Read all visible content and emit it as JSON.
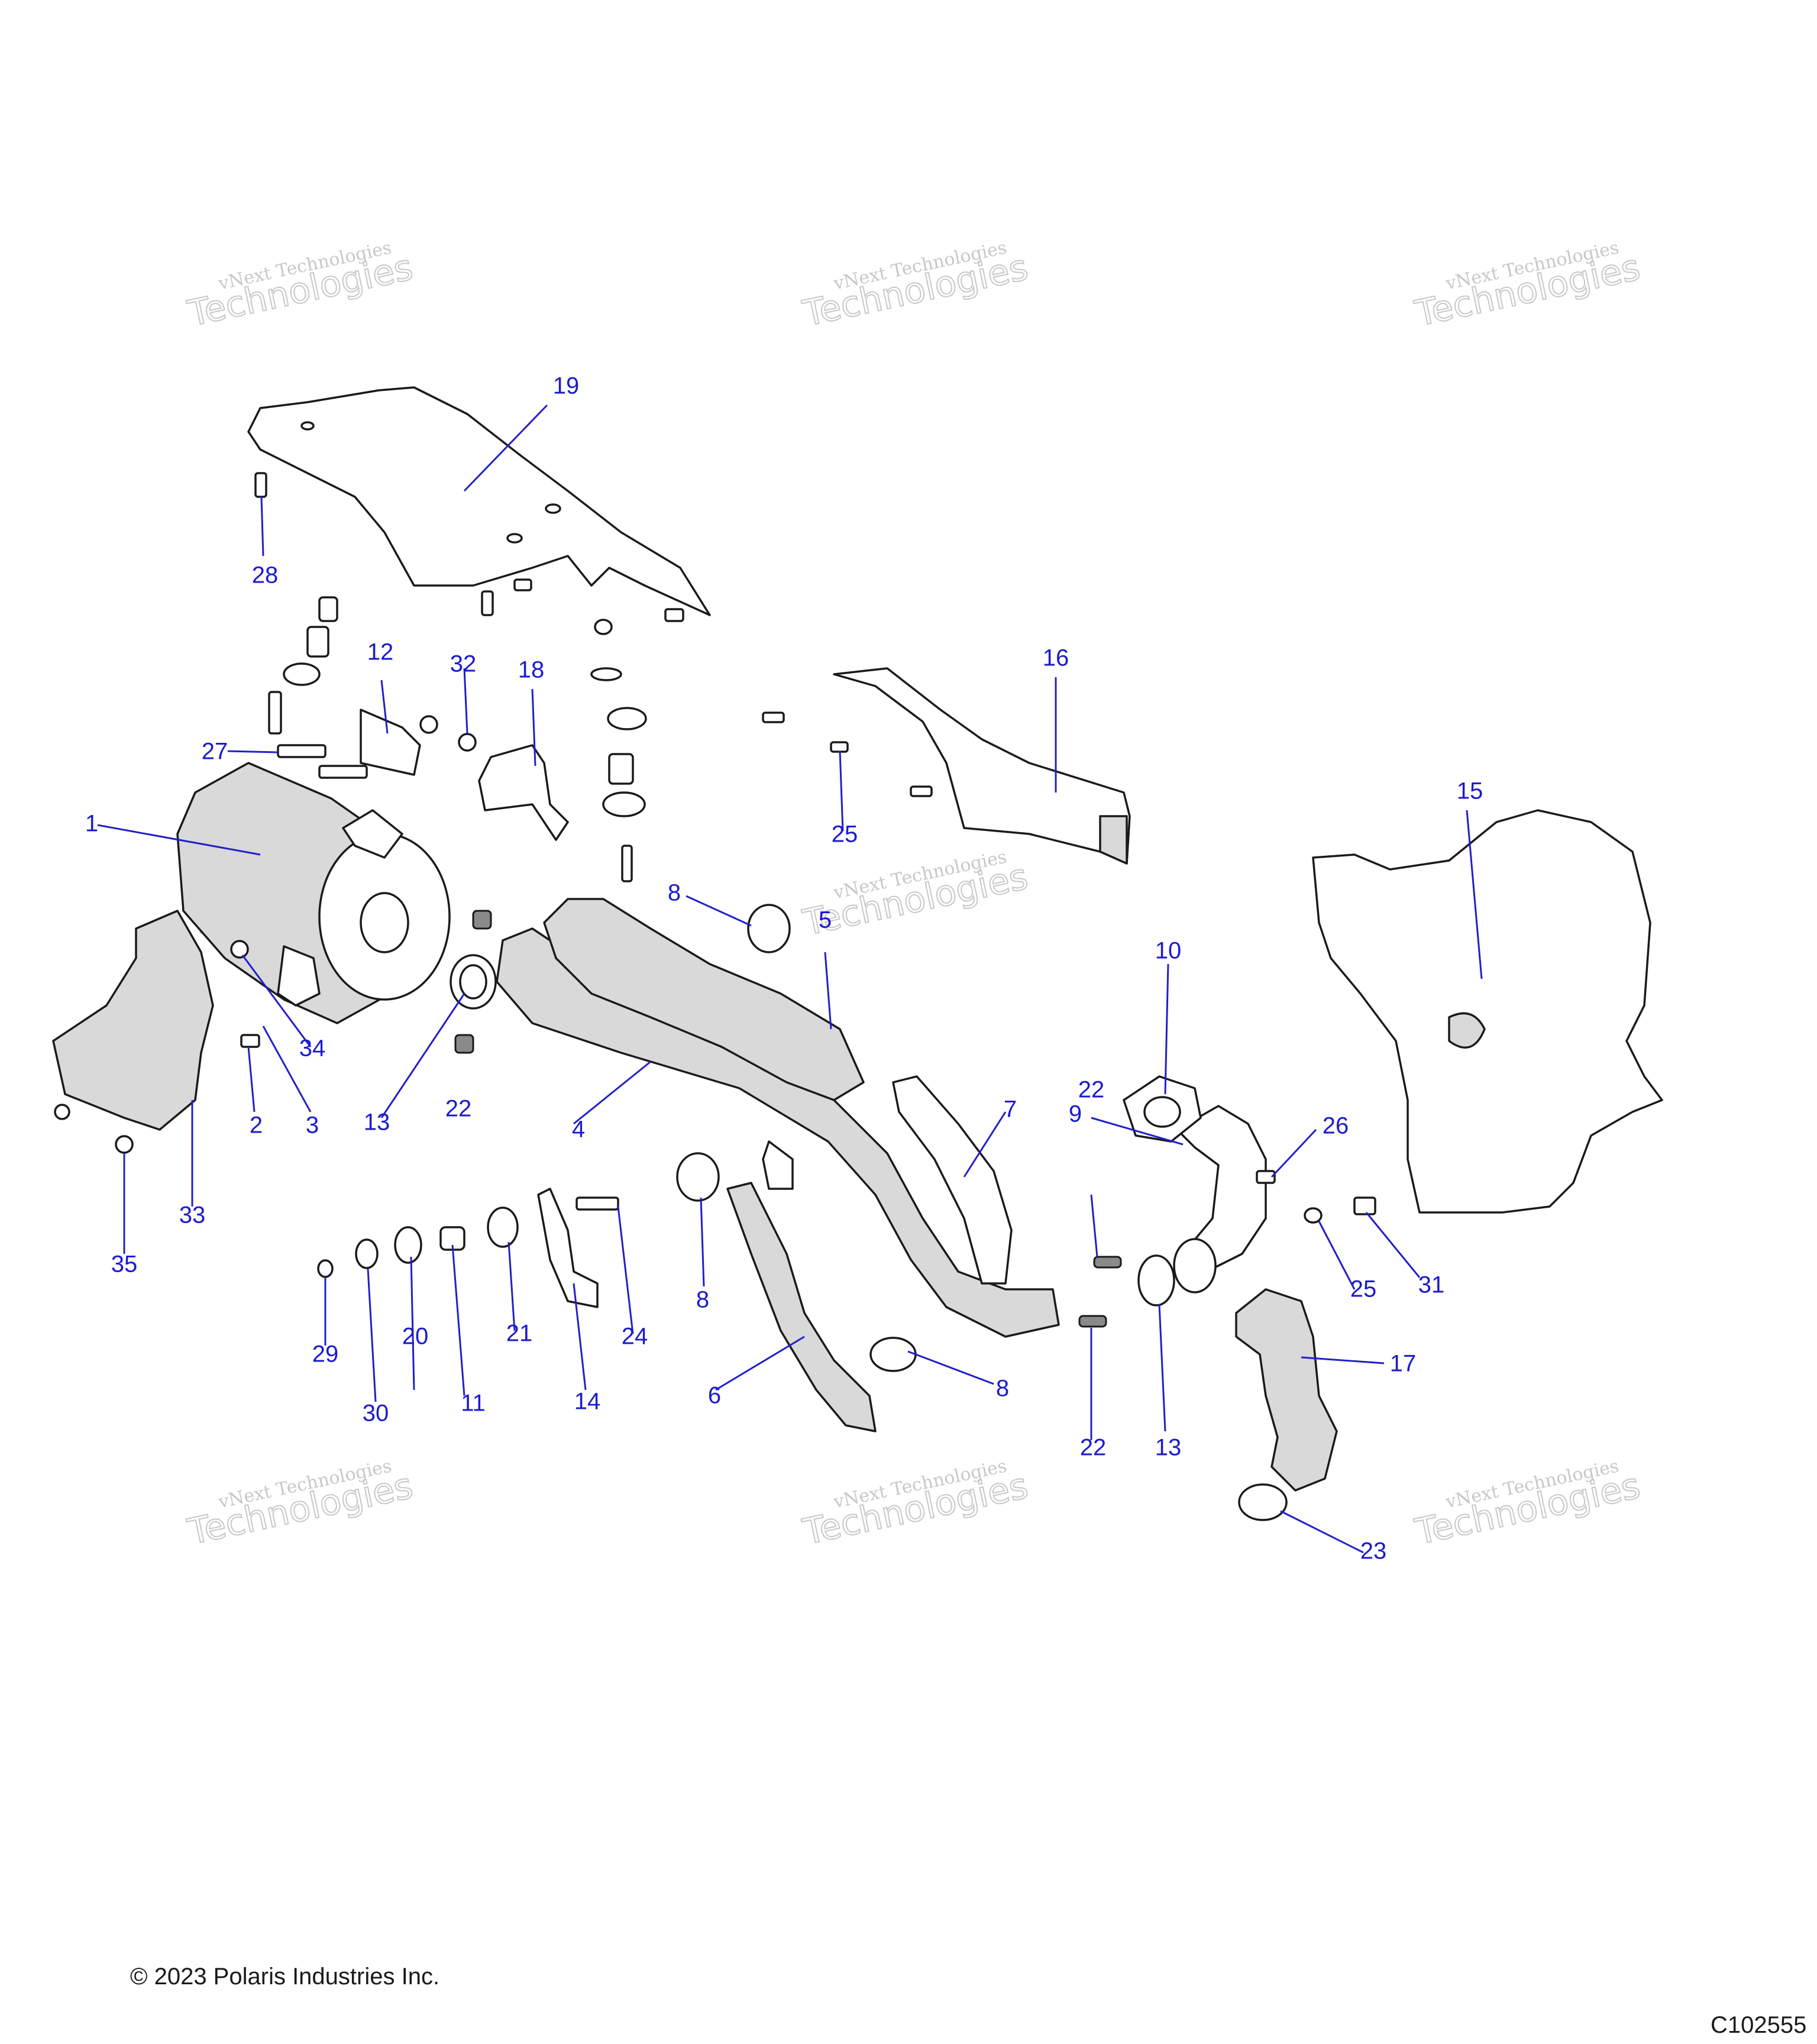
{
  "diagram": {
    "callouts": [
      "1",
      "2",
      "3",
      "4",
      "5",
      "6",
      "7",
      "8",
      "8",
      "8",
      "9",
      "10",
      "11",
      "12",
      "13",
      "13",
      "14",
      "15",
      "16",
      "17",
      "18",
      "19",
      "20",
      "21",
      "22",
      "22",
      "22",
      "23",
      "24",
      "25",
      "25",
      "26",
      "27",
      "28",
      "29",
      "30",
      "31",
      "32",
      "33",
      "34",
      "35"
    ],
    "watermark": {
      "line1": "vNext Technologies",
      "line2": "Technologies"
    },
    "colors": {
      "callout": "#1a1ad0",
      "leader": "#2020c8",
      "outline": "#1a1a1a",
      "shade": "#d9d9d9"
    }
  },
  "footer": {
    "copyright": "© 2023 Polaris Industries Inc.",
    "figure_id": "C102555"
  }
}
